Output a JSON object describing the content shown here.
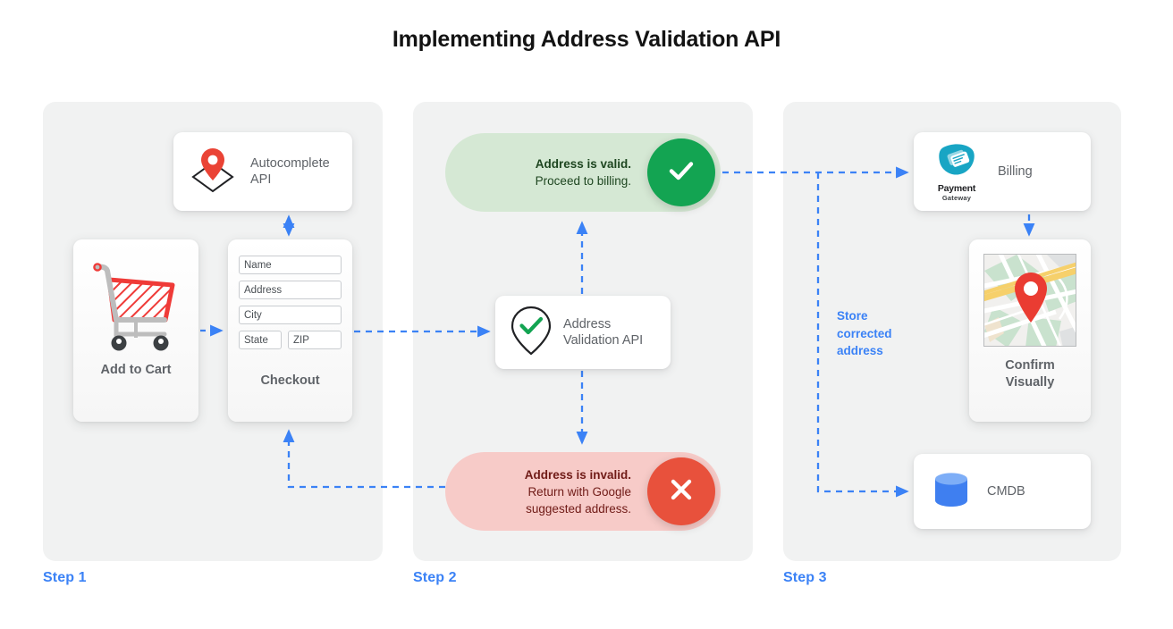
{
  "title": "Implementing Address Validation API",
  "accent_colors": {
    "connector_blue": "#3b82f6",
    "step_label_blue": "#3b82f6",
    "valid_green": "#13a452",
    "valid_pill_bg": "#d5e8d4",
    "invalid_red": "#e8513c",
    "invalid_pill_bg": "#f7cbc8",
    "panel_bg": "#f1f2f2",
    "card_bg": "#ffffff",
    "text_gray": "#5f6368"
  },
  "steps": [
    {
      "id": "step1",
      "label": "Step 1"
    },
    {
      "id": "step2",
      "label": "Step 2"
    },
    {
      "id": "step3",
      "label": "Step 3"
    }
  ],
  "step1": {
    "autocomplete": {
      "label_line1": "Autocomplete",
      "label_line2": "API",
      "icon": "map-pin-diamond-icon"
    },
    "cart": {
      "caption": "Add to Cart",
      "icon": "shopping-cart-icon"
    },
    "checkout": {
      "caption": "Checkout",
      "fields": [
        {
          "name": "name-field",
          "value": "Name"
        },
        {
          "name": "address-field",
          "value": "Address"
        },
        {
          "name": "city-field",
          "value": "City"
        }
      ],
      "field_state": {
        "name": "state-field",
        "value": "State"
      },
      "field_zip": {
        "name": "zip-field",
        "value": "ZIP"
      }
    }
  },
  "step2": {
    "valid_pill": {
      "line1": "Address is valid.",
      "line2": "Proceed to billing.",
      "badge_icon": "check-icon"
    },
    "invalid_pill": {
      "line1": "Address is invalid.",
      "line2": "Return with Google",
      "line3": "suggested address.",
      "badge_icon": "close-x-icon"
    },
    "validation_api": {
      "label_line1": "Address",
      "label_line2": "Validation API",
      "icon": "pin-check-icon"
    }
  },
  "step3": {
    "billing": {
      "label": "Billing",
      "logo_name": "Payment",
      "logo_sub": "Gateway",
      "icon": "payment-gateway-icon"
    },
    "confirm": {
      "caption_line1": "Confirm",
      "caption_line2": "Visually",
      "icon": "map-thumbnail-icon"
    },
    "cmdb": {
      "label": "CMDB",
      "icon": "database-cylinder-icon"
    },
    "note": {
      "line1": "Store",
      "line2": "corrected",
      "line3": "address"
    }
  }
}
